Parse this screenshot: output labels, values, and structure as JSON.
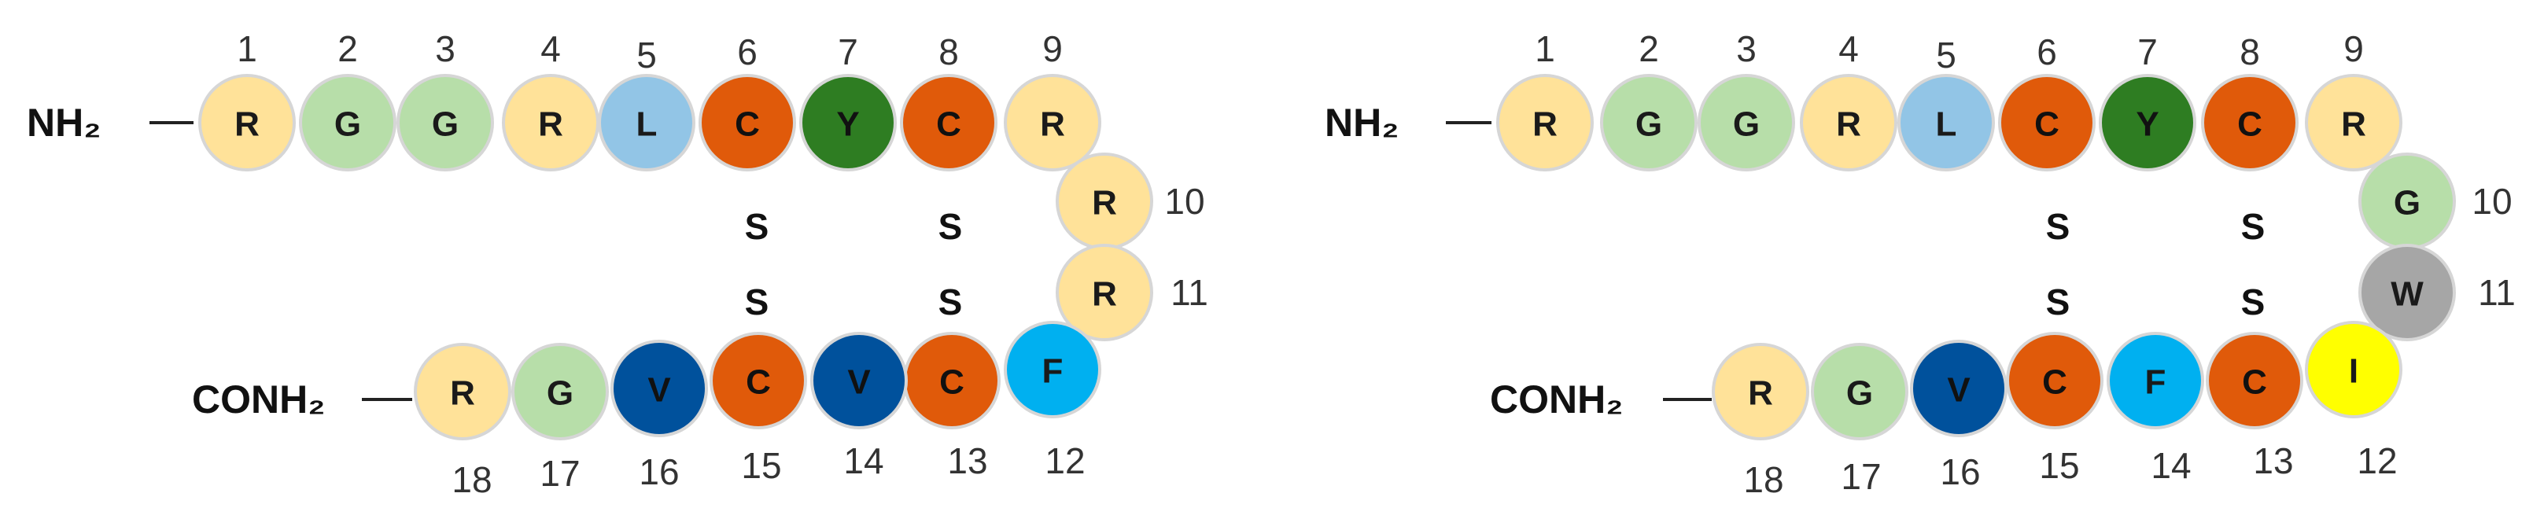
{
  "colors": {
    "R": "#FFE299",
    "G": "#B7DEA9",
    "L": "#92C5E6",
    "C": "#E05A0A",
    "Y": "#2E7D22",
    "F": "#00B0F0",
    "V": "#00519C",
    "W": "#A6A6A6",
    "I": "#FFFF00"
  },
  "peptides": [
    {
      "n_terminus": "NH₂",
      "c_terminus": "CONH₂",
      "residues": [
        {
          "num": "1",
          "aa": "R"
        },
        {
          "num": "2",
          "aa": "G"
        },
        {
          "num": "3",
          "aa": "G"
        },
        {
          "num": "4",
          "aa": "R"
        },
        {
          "num": "5",
          "aa": "L"
        },
        {
          "num": "6",
          "aa": "C"
        },
        {
          "num": "7",
          "aa": "Y"
        },
        {
          "num": "8",
          "aa": "C"
        },
        {
          "num": "9",
          "aa": "R"
        },
        {
          "num": "10",
          "aa": "R"
        },
        {
          "num": "11",
          "aa": "R"
        },
        {
          "num": "12",
          "aa": "F"
        },
        {
          "num": "13",
          "aa": "C"
        },
        {
          "num": "14",
          "aa": "V"
        },
        {
          "num": "15",
          "aa": "C"
        },
        {
          "num": "16",
          "aa": "V"
        },
        {
          "num": "17",
          "aa": "G"
        },
        {
          "num": "18",
          "aa": "R"
        }
      ],
      "disulfide_labels": [
        "S",
        "S",
        "S",
        "S"
      ]
    },
    {
      "n_terminus": "NH₂",
      "c_terminus": "CONH₂",
      "residues": [
        {
          "num": "1",
          "aa": "R"
        },
        {
          "num": "2",
          "aa": "G"
        },
        {
          "num": "3",
          "aa": "G"
        },
        {
          "num": "4",
          "aa": "R"
        },
        {
          "num": "5",
          "aa": "L"
        },
        {
          "num": "6",
          "aa": "C"
        },
        {
          "num": "7",
          "aa": "Y"
        },
        {
          "num": "8",
          "aa": "C"
        },
        {
          "num": "9",
          "aa": "R"
        },
        {
          "num": "10",
          "aa": "G"
        },
        {
          "num": "11",
          "aa": "W"
        },
        {
          "num": "12",
          "aa": "I"
        },
        {
          "num": "13",
          "aa": "C"
        },
        {
          "num": "14",
          "aa": "F"
        },
        {
          "num": "15",
          "aa": "C"
        },
        {
          "num": "16",
          "aa": "V"
        },
        {
          "num": "17",
          "aa": "G"
        },
        {
          "num": "18",
          "aa": "R"
        }
      ],
      "disulfide_labels": [
        "S",
        "S",
        "S",
        "S"
      ]
    }
  ]
}
